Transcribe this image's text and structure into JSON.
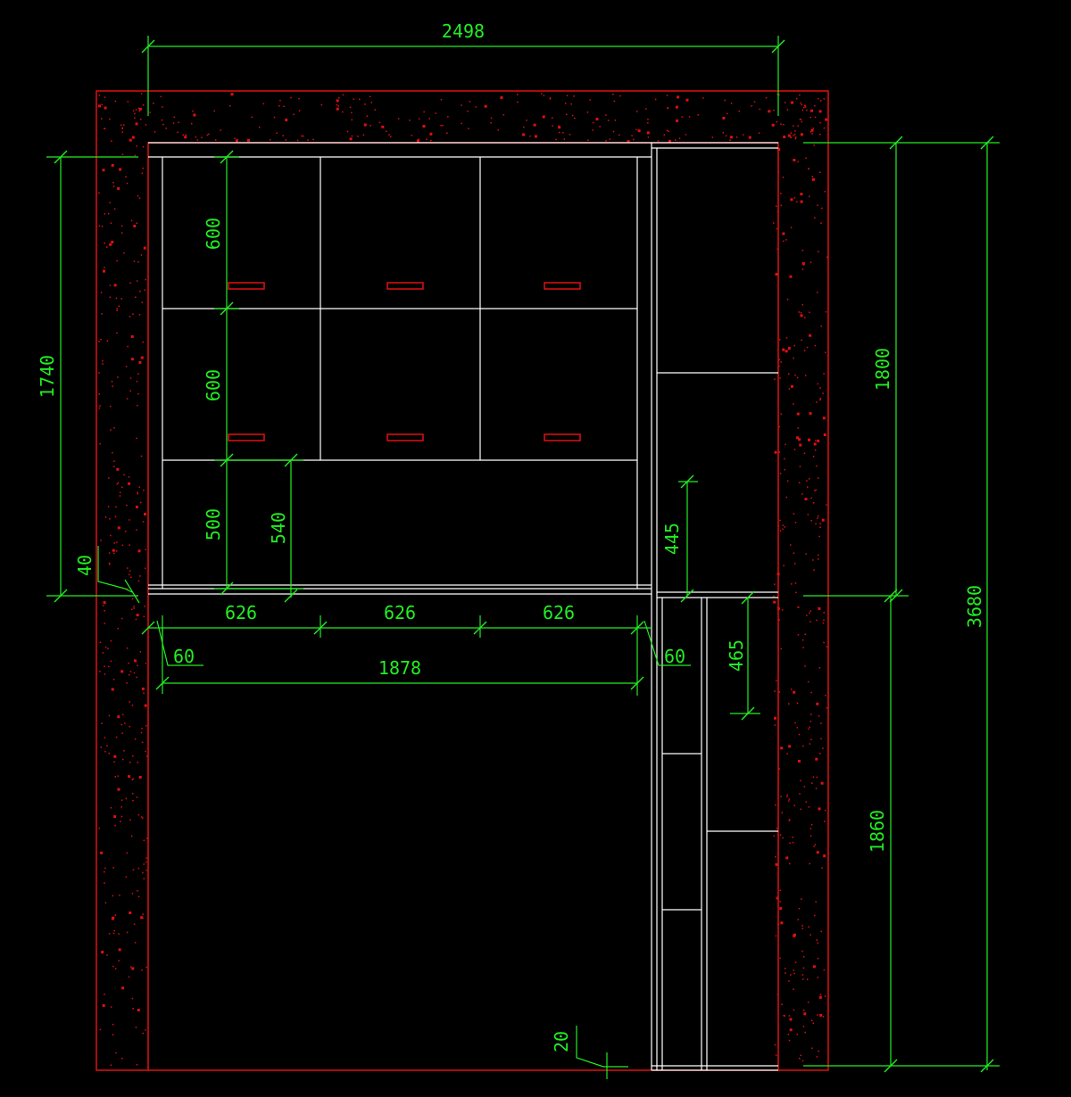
{
  "colors": {
    "background": "#000000",
    "wall": "#e01010",
    "cabinet": "#ffffff",
    "dimension": "#22ee22",
    "handle": "#e01010"
  },
  "dimensions": {
    "overall_width": "2498",
    "overall_height": "3680",
    "upper_height_right": "1800",
    "lower_height_right": "1860",
    "upper_height_left": "1740",
    "row1": "600",
    "row2": "600",
    "row3": "500",
    "open_niche": "540",
    "bottom_plinth": "40",
    "door1": "626",
    "door2": "626",
    "door3": "626",
    "side_left": "60",
    "side_right": "60",
    "inner_width": "1878",
    "side_niche": "445",
    "side_shelf": "465",
    "floor_gap": "20"
  }
}
